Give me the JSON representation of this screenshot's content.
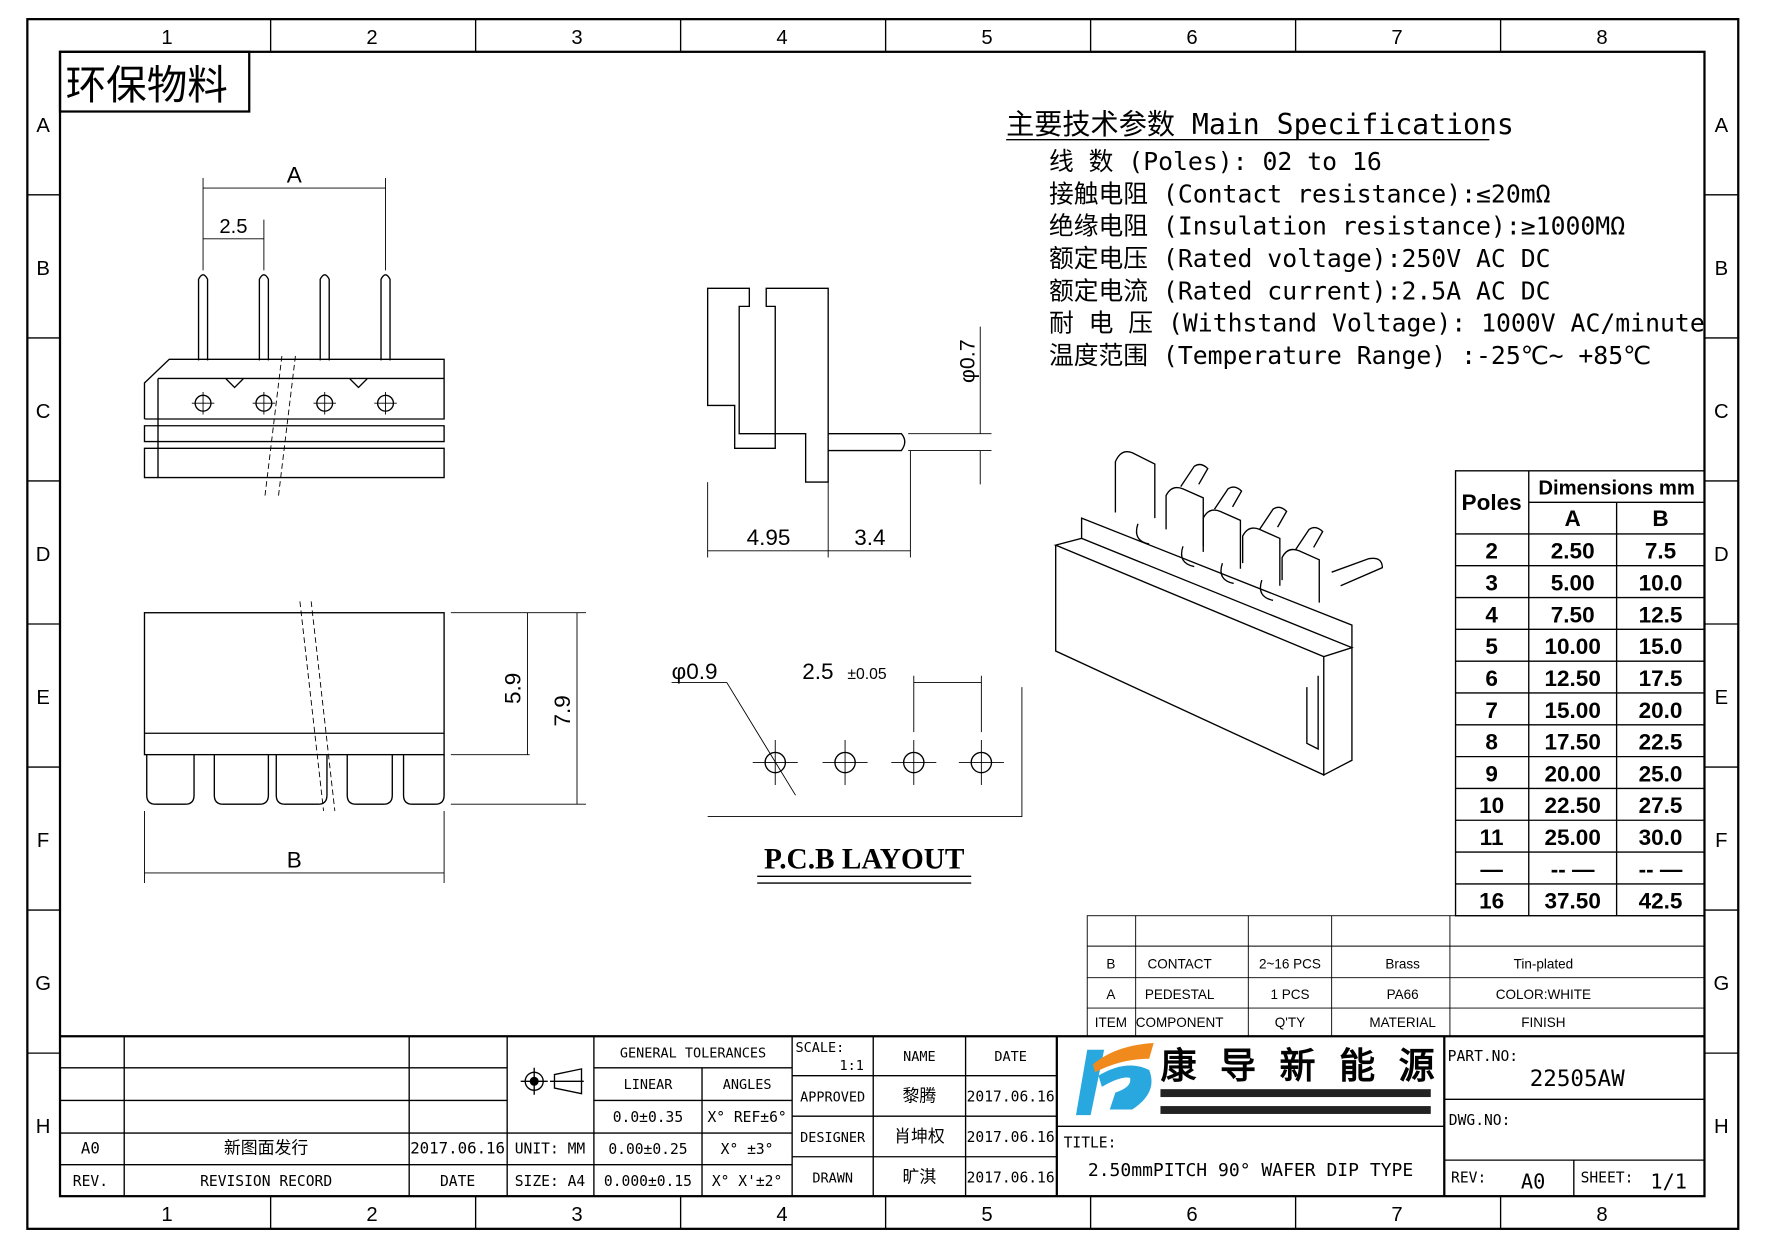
{
  "frame": {
    "columns": [
      "1",
      "2",
      "3",
      "4",
      "5",
      "6",
      "7",
      "8"
    ],
    "rows": [
      "A",
      "B",
      "C",
      "D",
      "E",
      "F",
      "G",
      "H"
    ]
  },
  "stamp": "环保物料",
  "specs": {
    "title": "主要技术参数 Main Specifications",
    "lines": [
      "线    数 (Poles): 02 to 16",
      "接触电阻 (Contact resistance):≤20mΩ",
      "绝缘电阻 (Insulation resistance):≥1000MΩ",
      "额定电压 (Rated voltage):250V AC DC",
      "额定电流 (Rated current):2.5A AC DC",
      "耐 电 压 (Withstand Voltage): 1000V AC/minute",
      "温度范围 (Temperature Range) :-25℃~ +85℃"
    ]
  },
  "drawing_labels": {
    "dim_a": "A",
    "pitch": "2.5",
    "pin_dia": "φ0.7",
    "side_w1": "4.95",
    "side_w2": "3.4",
    "height1": "5.9",
    "height2": "7.9",
    "dim_b": "B",
    "hole_dia": "φ0.9",
    "hole_pitch": "2.5",
    "hole_tol": "±0.05",
    "pcb_layout": "P.C.B LAYOUT"
  },
  "dimensions_table": {
    "header_poles": "Poles",
    "header_dims": "Dimensions mm",
    "col_a": "A",
    "col_b": "B",
    "rows": [
      [
        "2",
        "2.50",
        "7.5"
      ],
      [
        "3",
        "5.00",
        "10.0"
      ],
      [
        "4",
        "7.50",
        "12.5"
      ],
      [
        "5",
        "10.00",
        "15.0"
      ],
      [
        "6",
        "12.50",
        "17.5"
      ],
      [
        "7",
        "15.00",
        "20.0"
      ],
      [
        "8",
        "17.50",
        "22.5"
      ],
      [
        "9",
        "20.00",
        "25.0"
      ],
      [
        "10",
        "22.50",
        "27.5"
      ],
      [
        "11",
        "25.00",
        "30.0"
      ],
      [
        "—",
        "-- —",
        "-- —"
      ],
      [
        "16",
        "37.50",
        "42.5"
      ]
    ]
  },
  "bom": {
    "rows": [
      [
        "B",
        "CONTACT",
        "2~16 PCS",
        "Brass",
        "Tin-plated"
      ],
      [
        "A",
        "PEDESTAL",
        "1 PCS",
        "PA66",
        "COLOR:WHITE"
      ],
      [
        "ITEM",
        "COMPONENT",
        "Q'TY",
        "MATERIAL",
        "FINISH"
      ]
    ]
  },
  "title_block": {
    "revision": {
      "rev": "A0",
      "record": "新图面发行",
      "date": "2017.06.16"
    },
    "revision_header": {
      "rev": "REV.",
      "record": "REVISION RECORD",
      "date": "DATE"
    },
    "unit": "UNIT: MM",
    "size": "SIZE: A4",
    "general_tolerances": "GENERAL TOLERANCES",
    "linear": "LINEAR",
    "angles": "ANGLES",
    "tolerances": [
      [
        "0.0±0.35",
        "X° REF±6°"
      ],
      [
        "0.00±0.25",
        "X° ±3°"
      ],
      [
        "0.000±0.15",
        "X° X'±2°"
      ]
    ],
    "scale_label": "SCALE:",
    "scale": "1:1",
    "name_header": "NAME",
    "date_header": "DATE",
    "signoffs": [
      {
        "role": "APPROVED",
        "name": "黎腾",
        "date": "2017.06.16"
      },
      {
        "role": "DESIGNER",
        "name": "肖坤权",
        "date": "2017.06.16"
      },
      {
        "role": "DRAWN",
        "name": "旷淇",
        "date": "2017.06.16"
      }
    ],
    "company": "康 导 新 能 源",
    "title_label": "TITLE:",
    "title": "2.50mmPITCH 90° WAFER DIP TYPE",
    "part_no_label": "PART.NO:",
    "part_no": "22505AW",
    "dwg_no_label": "DWG.NO:",
    "rev_label": "REV:",
    "rev": "A0",
    "sheet_label": "SHEET:",
    "sheet": "1/1"
  },
  "colors": {
    "logo_blue": "#29a8e0",
    "logo_orange": "#f08a1c"
  }
}
